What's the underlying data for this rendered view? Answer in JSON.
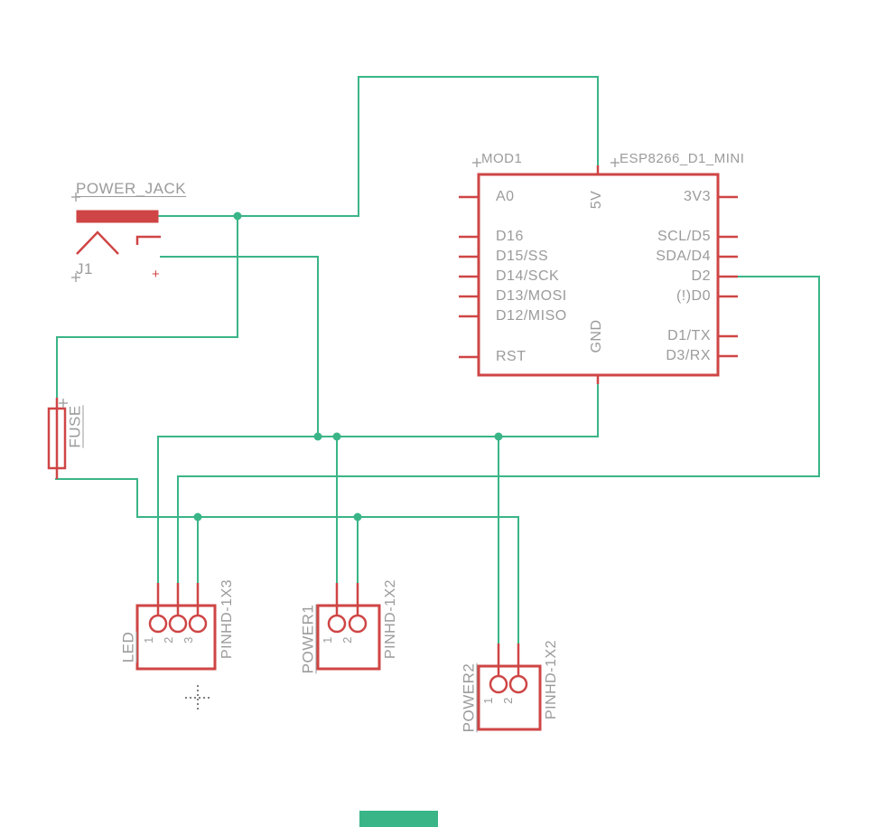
{
  "colors": {
    "wire_green": "#3ab587",
    "component_red": "#cf4545",
    "label_gray": "#9b9b9b",
    "background": "#ffffff"
  },
  "power_jack": {
    "name": "POWER_JACK",
    "ref": "J1",
    "polarity": "+"
  },
  "fuse": {
    "value": "FUSE"
  },
  "esp_module": {
    "ref": "MOD1",
    "value": "ESP8266_D1_MINI",
    "top_pin": "5V",
    "bottom_pin": "GND",
    "left_pins": [
      "A0",
      "D16",
      "D15/SS",
      "D14/SCK",
      "D13/MOSI",
      "D12/MISO",
      "RST"
    ],
    "right_pins": [
      "3V3",
      "SCL/D5",
      "SDA/D4",
      "D2",
      "(!)D0",
      "D1/TX",
      "D3/RX"
    ]
  },
  "connectors": [
    {
      "name": "LED",
      "type": "PINHD-1X3",
      "pins": [
        "1",
        "2",
        "3"
      ]
    },
    {
      "name": "POWER1",
      "type": "PINHD-1X2",
      "pins": [
        "1",
        "2"
      ]
    },
    {
      "name": "POWER2",
      "type": "PINHD-1X2",
      "pins": [
        "1",
        "2"
      ]
    }
  ]
}
